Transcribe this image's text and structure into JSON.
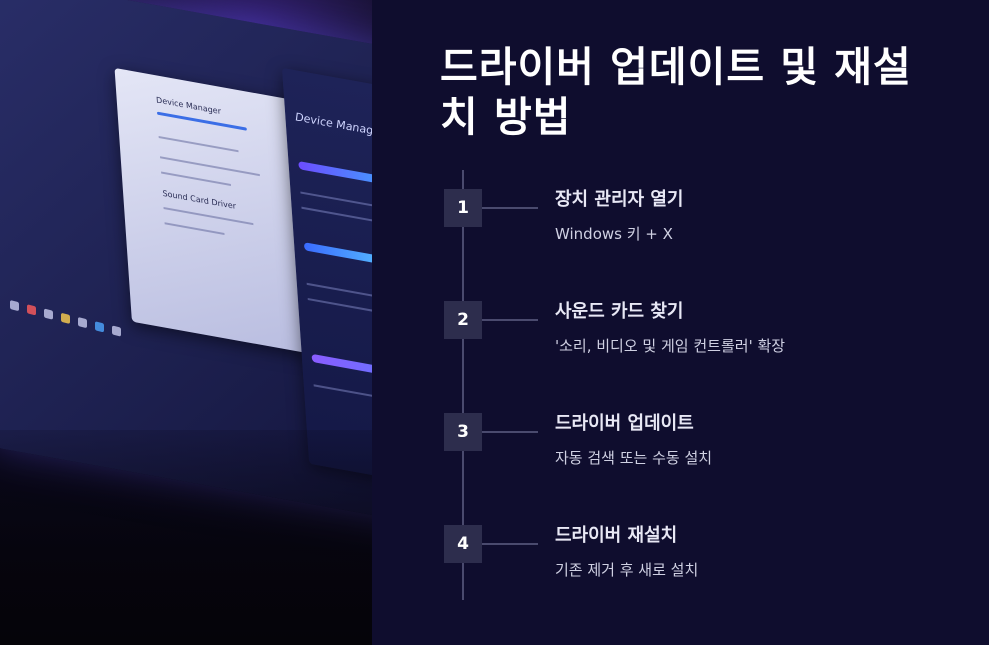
{
  "page": {
    "title": "드라이버 업데이트 및 재설치 방법"
  },
  "photo": {
    "screen_window_title": "Device Manager",
    "screen_panel_title": "Device Manager",
    "screen_item": "Sound Card Driver"
  },
  "steps": [
    {
      "number": "1",
      "title": "장치 관리자 열기",
      "description": "Windows 키 + X"
    },
    {
      "number": "2",
      "title": "사운드 카드 찾기",
      "description": "'소리, 비디오 및 게임 컨트롤러' 확장"
    },
    {
      "number": "3",
      "title": "드라이버 업데이트",
      "description": "자동 검색 또는 수동 설치"
    },
    {
      "number": "4",
      "title": "드라이버 재설치",
      "description": "기존 제거 후 새로 설치"
    }
  ],
  "colors": {
    "background": "#0f0d2e",
    "number_box": "#2d2d4d",
    "line": "#4a4a6e"
  }
}
